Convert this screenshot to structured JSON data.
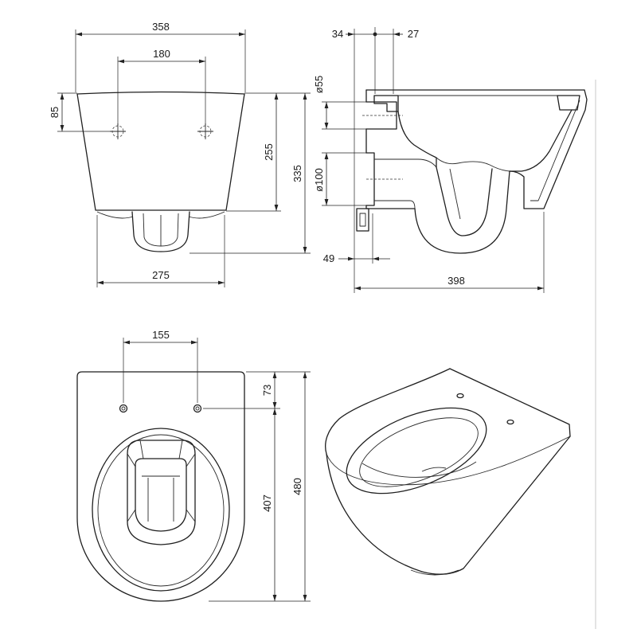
{
  "colors": {
    "line": "#222222",
    "background": "#ffffff"
  },
  "front_view": {
    "overall_width": "358",
    "fixing_hole_spacing": "180",
    "fixing_hole_height": "85",
    "body_height": "255",
    "overall_height": "335",
    "base_width": "275"
  },
  "side_view": {
    "wall_to_axis": "34",
    "axis_offset": "27",
    "inlet_diameter": "ø55",
    "outlet_diameter": "ø100",
    "outlet_offset": "49",
    "overall_depth": "398"
  },
  "top_view": {
    "fixing_hole_spacing": "155",
    "fixing_hole_offset": "73",
    "hole_to_front": "407",
    "overall_length": "480"
  }
}
